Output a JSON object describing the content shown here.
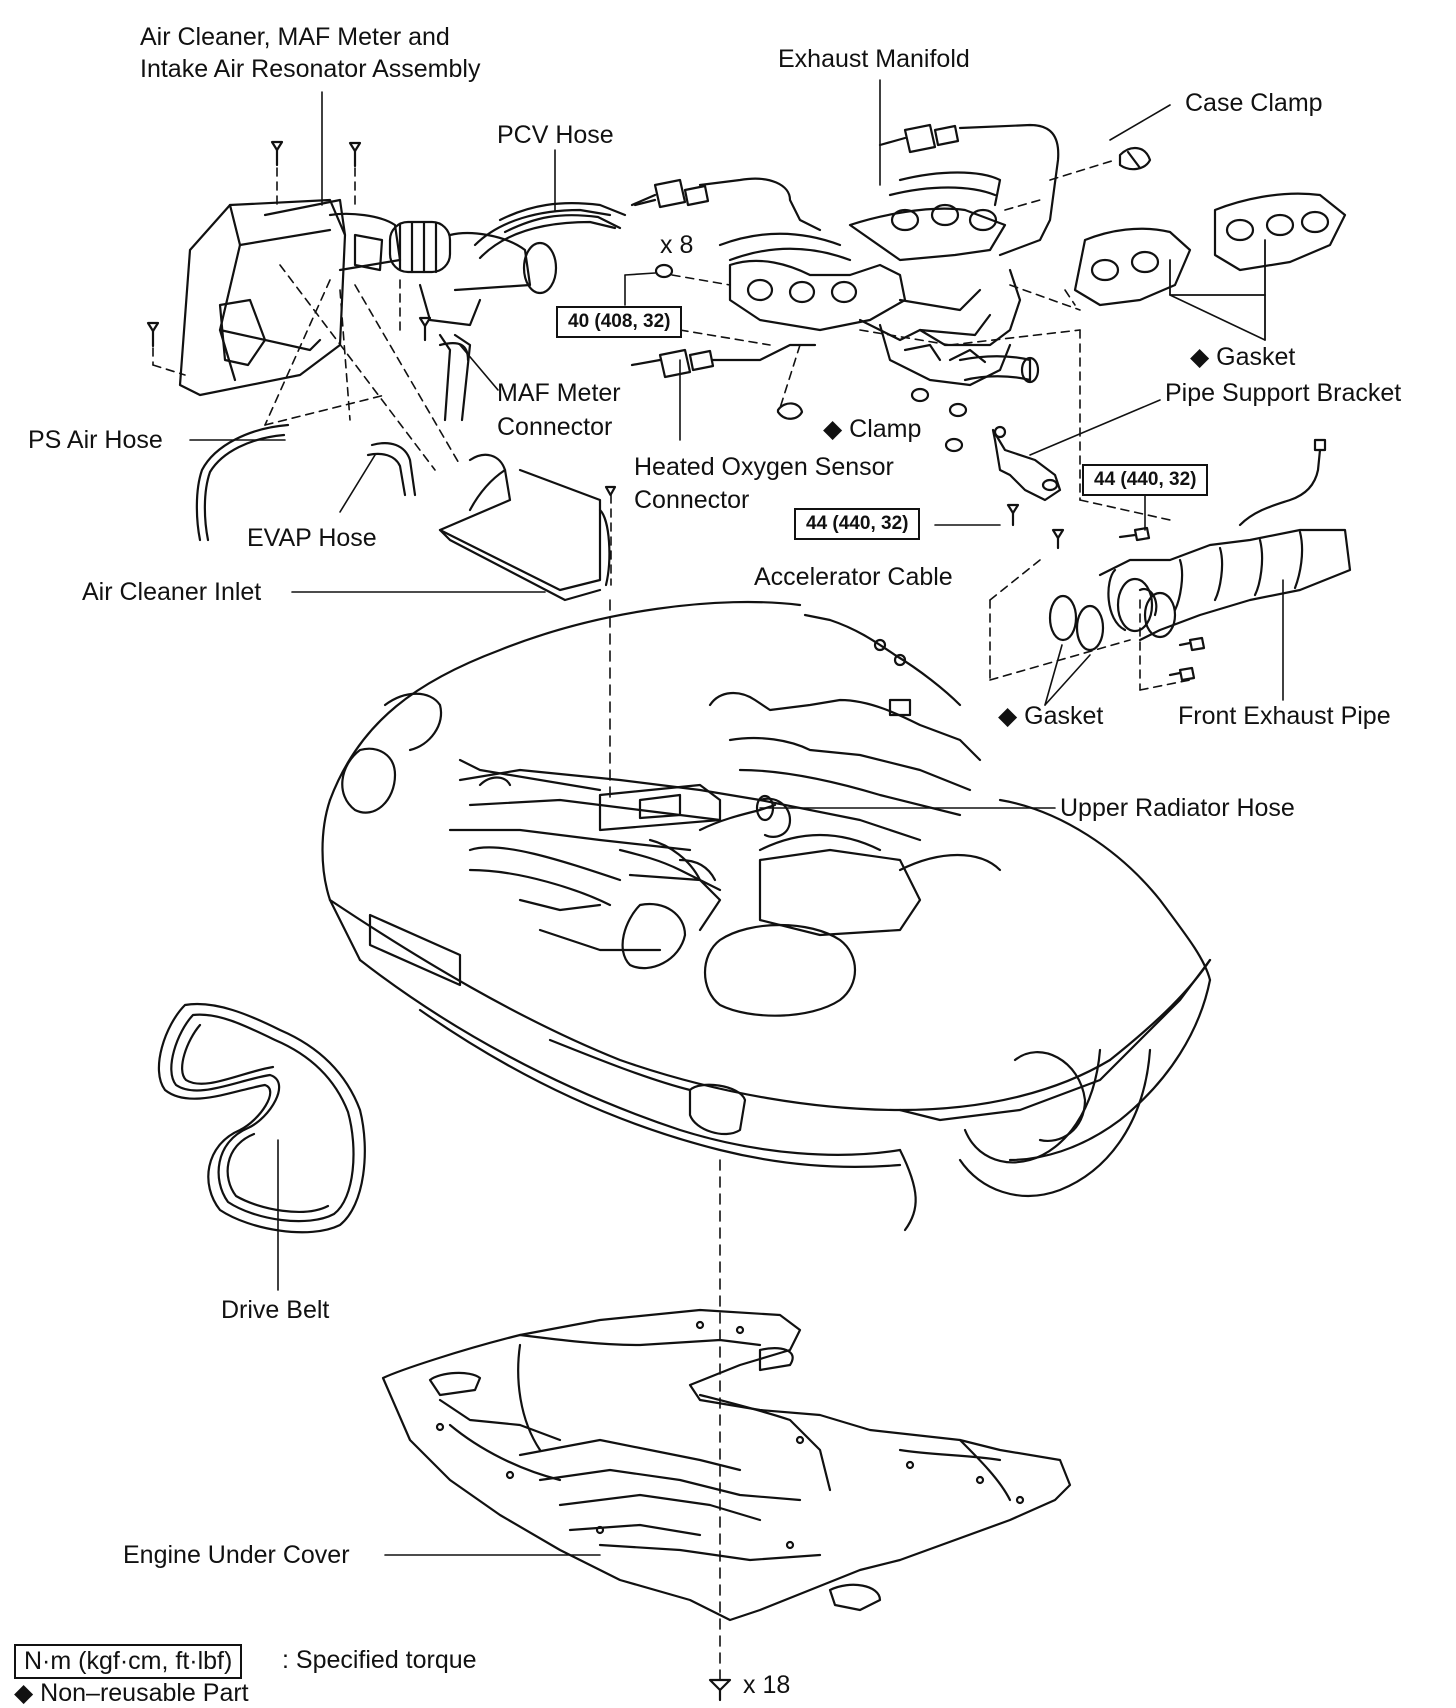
{
  "labels": {
    "air_cleaner_1": "Air Cleaner, MAF Meter and",
    "air_cleaner_2": "Intake Air Resonator Assembly",
    "exhaust_manifold": "Exhaust Manifold",
    "case_clamp": "Case Clamp",
    "pcv_hose": "PCV Hose",
    "x8": "x 8",
    "gasket_upper": "◆ Gasket",
    "pipe_support_bracket": "Pipe Support Bracket",
    "maf_connector_1": "MAF Meter",
    "maf_connector_2": "Connector",
    "clamp": "◆ Clamp",
    "ps_air_hose": "PS Air Hose",
    "heated_o2_1": "Heated Oxygen Sensor",
    "heated_o2_2": "Connector",
    "evap_hose": "EVAP Hose",
    "air_cleaner_inlet": "Air Cleaner Inlet",
    "accelerator_cable": "Accelerator Cable",
    "gasket_lower": "◆ Gasket",
    "front_exhaust_pipe": "Front Exhaust Pipe",
    "upper_radiator_hose": "Upper Radiator Hose",
    "drive_belt": "Drive Belt",
    "engine_under_cover": "Engine Under Cover",
    "x18": "x 18"
  },
  "torques": {
    "manifold_nut": "40 (408, 32)",
    "bracket_bolt": "44 (440, 32)",
    "pipe_bolt": "44 (440, 32)"
  },
  "legend": {
    "unit_box": "N·m (kgf·cm, ft·lbf)",
    "unit_text": ": Specified torque",
    "nonreusable": "◆ Non–reusable Part"
  }
}
